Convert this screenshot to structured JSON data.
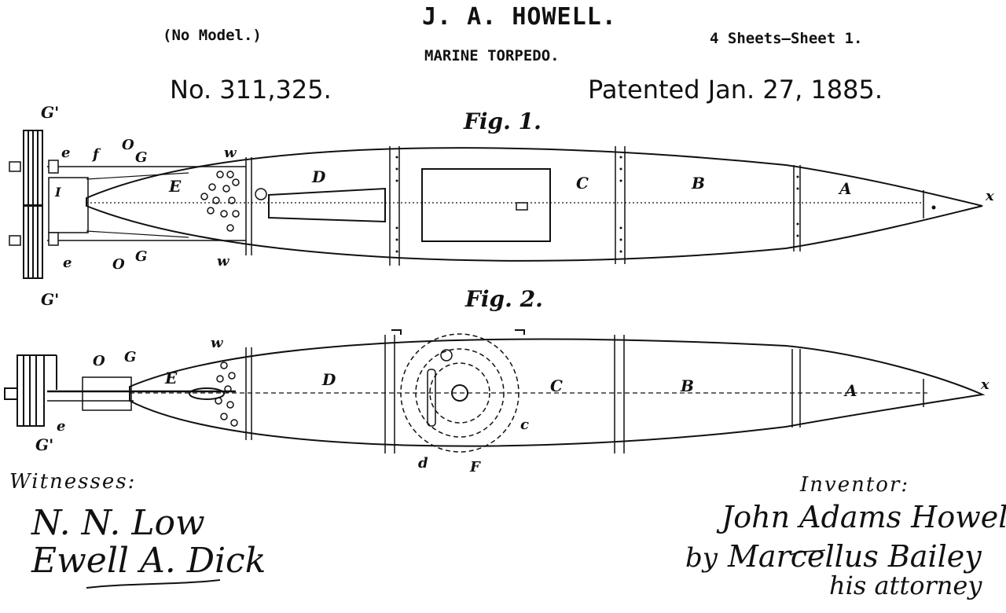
{
  "header": {
    "no_model": "(No Model.)",
    "inventor_name": "J. A. HOWELL.",
    "invention_title": "MARINE TORPEDO.",
    "sheets": "4 Sheets—Sheet 1.",
    "patent_number": "No. 311,325.",
    "patent_date": "Patented Jan. 27, 1885."
  },
  "figures": {
    "fig1_caption": "Fig. 1.",
    "fig2_caption": "Fig. 2.",
    "fig1_labels": [
      "G'",
      "e",
      "f",
      "O",
      "G",
      "w",
      "E",
      "I",
      "D",
      "C",
      "B",
      "A",
      "x",
      "e",
      "O",
      "G",
      "w",
      "G'"
    ],
    "fig2_labels": [
      "w",
      "O",
      "G",
      "E",
      "D",
      "C",
      "B",
      "A",
      "x",
      "e",
      "G'",
      "c",
      "d",
      "F"
    ]
  },
  "footer": {
    "witnesses_label": "Witnesses:",
    "witness_1": "N. N. Low",
    "witness_2": "Ewell A. Dick",
    "inventor_label": "Inventor:",
    "inventor_signature": "John Adams Howell",
    "attorney_by": "by",
    "attorney_name": "Marcellus Bailey",
    "attorney_role": "his attorney"
  }
}
